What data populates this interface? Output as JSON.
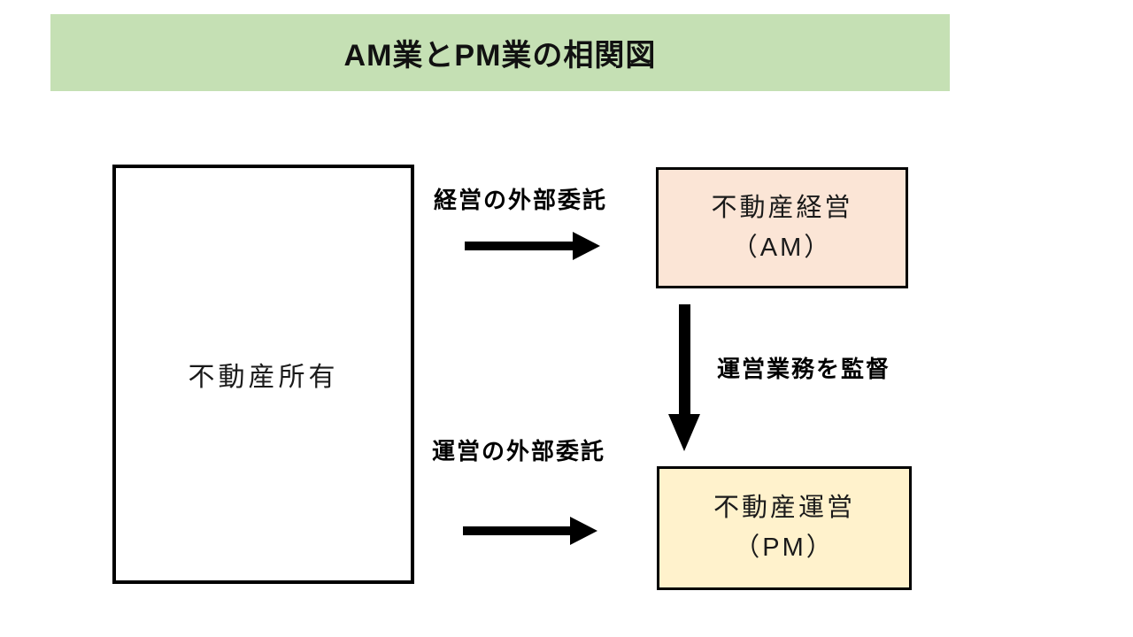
{
  "title": "AM業とPM業の相関図",
  "colors": {
    "banner_bg": "#C5E0B4",
    "am_box_bg": "#FBE5D6",
    "pm_box_bg": "#FFF2CC",
    "arrow": "#000000"
  },
  "nodes": {
    "owner": {
      "label": "不動産所有"
    },
    "am": {
      "line1": "不動産経営",
      "line2": "（AM）"
    },
    "pm": {
      "line1": "不動産運営",
      "line2": "（PM）"
    }
  },
  "edges": {
    "management_outsourcing": {
      "label": "経営の外部委託"
    },
    "operation_outsourcing": {
      "label": "運営の外部委託"
    },
    "supervision": {
      "label": "運営業務を監督"
    }
  }
}
